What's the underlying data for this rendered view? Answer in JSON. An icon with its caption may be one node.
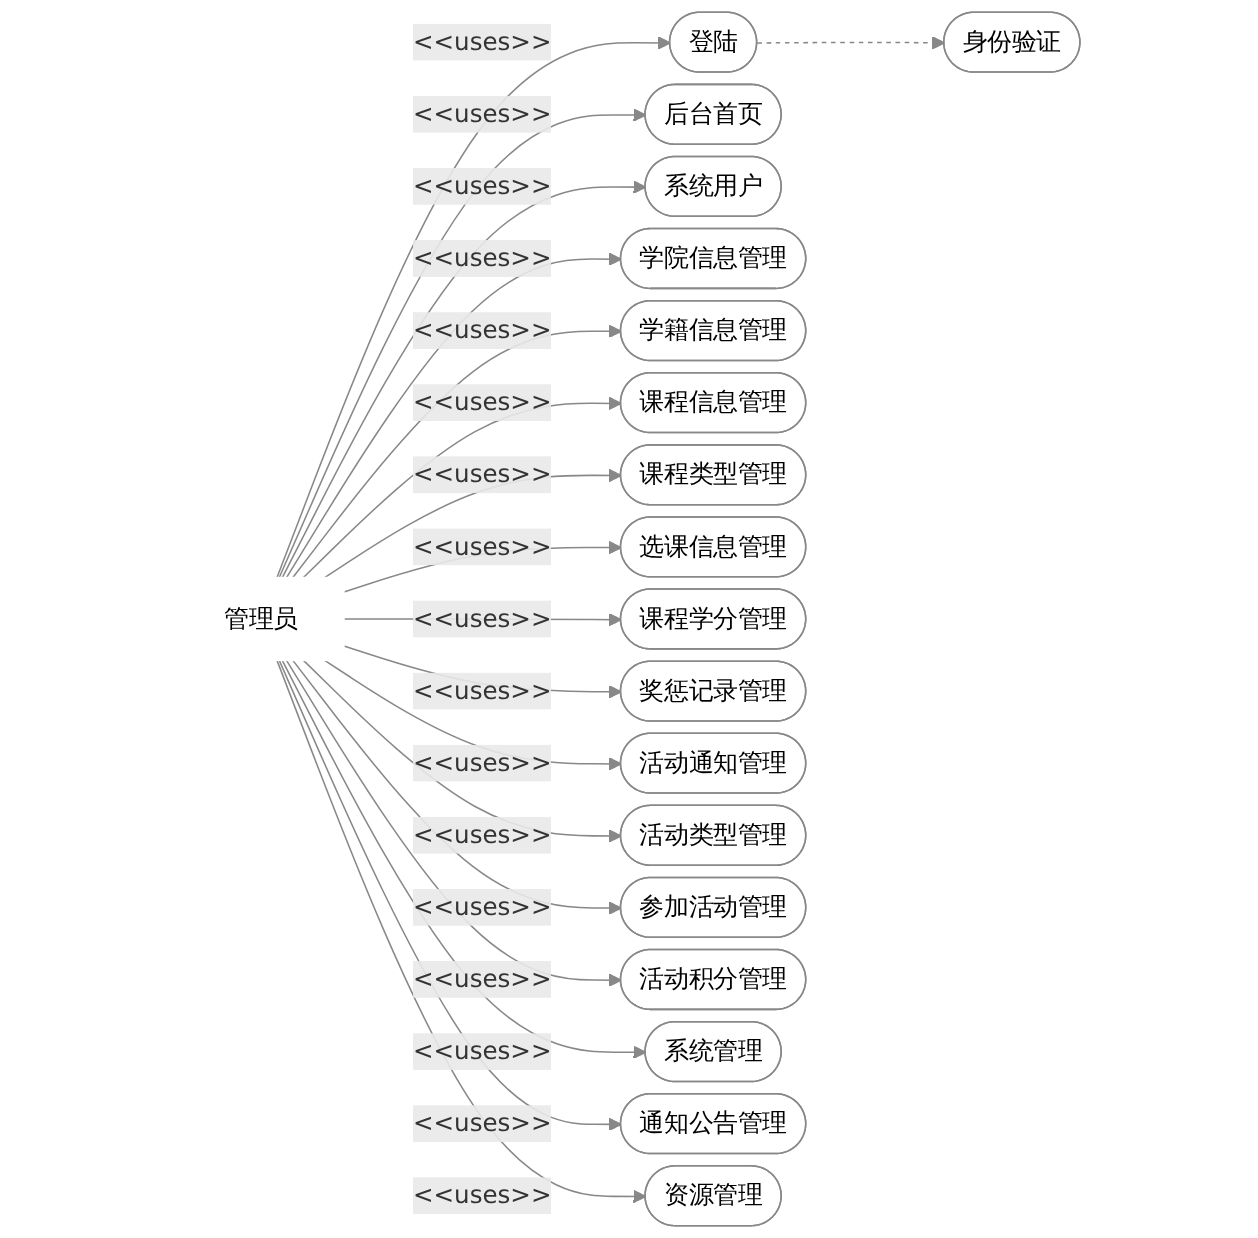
{
  "diagram": {
    "nodes": [
      {
        "text": [
          "管理员"
        ]
      },
      {
        "text": [
          "身份验证"
        ]
      },
      {
        "text": [
          "登陆"
        ]
      },
      {
        "text": [
          "后台首页"
        ]
      },
      {
        "text": [
          "系统用户"
        ]
      },
      {
        "text": [
          "学院信息管理"
        ]
      },
      {
        "text": [
          "学籍信息管理"
        ]
      },
      {
        "text": [
          "课程信息管理"
        ]
      },
      {
        "text": [
          "课程类型管理"
        ]
      },
      {
        "text": [
          "选课信息管理"
        ]
      },
      {
        "text": [
          "课程学分管理"
        ]
      },
      {
        "text": [
          "奖惩记录管理"
        ]
      },
      {
        "text": [
          "活动通知管理"
        ]
      },
      {
        "text": [
          "活动类型管理"
        ]
      },
      {
        "text": [
          "参加活动管理"
        ]
      },
      {
        "text": [
          "活动积分管理"
        ]
      },
      {
        "text": [
          "系统管理"
        ]
      },
      {
        "text": [
          "通知公告管理"
        ]
      },
      {
        "text": [
          "资源管理"
        ]
      }
    ],
    "edges": [
      {
        "from": 2,
        "to": 1,
        "arrow": "to",
        "style": "dashed"
      },
      {
        "from": 0,
        "to": 2,
        "arrow": "to",
        "label": "<<uses>>"
      },
      {
        "from": 0,
        "to": 3,
        "arrow": "to",
        "label": "<<uses>>"
      },
      {
        "from": 0,
        "to": 4,
        "arrow": "to",
        "label": "<<uses>>"
      },
      {
        "from": 0,
        "to": 5,
        "arrow": "to",
        "label": "<<uses>>"
      },
      {
        "from": 0,
        "to": 6,
        "arrow": "to",
        "label": "<<uses>>"
      },
      {
        "from": 0,
        "to": 7,
        "arrow": "to",
        "label": "<<uses>>"
      },
      {
        "from": 0,
        "to": 8,
        "arrow": "to",
        "label": "<<uses>>"
      },
      {
        "from": 0,
        "to": 9,
        "arrow": "to",
        "label": "<<uses>>"
      },
      {
        "from": 0,
        "to": 10,
        "arrow": "to",
        "label": "<<uses>>"
      },
      {
        "from": 0,
        "to": 11,
        "arrow": "to",
        "label": "<<uses>>"
      },
      {
        "from": 0,
        "to": 12,
        "arrow": "to",
        "label": "<<uses>>"
      },
      {
        "from": 0,
        "to": 13,
        "arrow": "to",
        "label": "<<uses>>"
      },
      {
        "from": 0,
        "to": 14,
        "arrow": "to",
        "label": "<<uses>>"
      },
      {
        "from": 0,
        "to": 15,
        "arrow": "to",
        "label": "<<uses>>"
      },
      {
        "from": 0,
        "to": 16,
        "arrow": "to",
        "label": "<<uses>>"
      },
      {
        "from": 0,
        "to": 17,
        "arrow": "to",
        "label": "<<uses>>"
      },
      {
        "from": 0,
        "to": 18,
        "arrow": "to",
        "label": "<<uses>>"
      }
    ]
  }
}
